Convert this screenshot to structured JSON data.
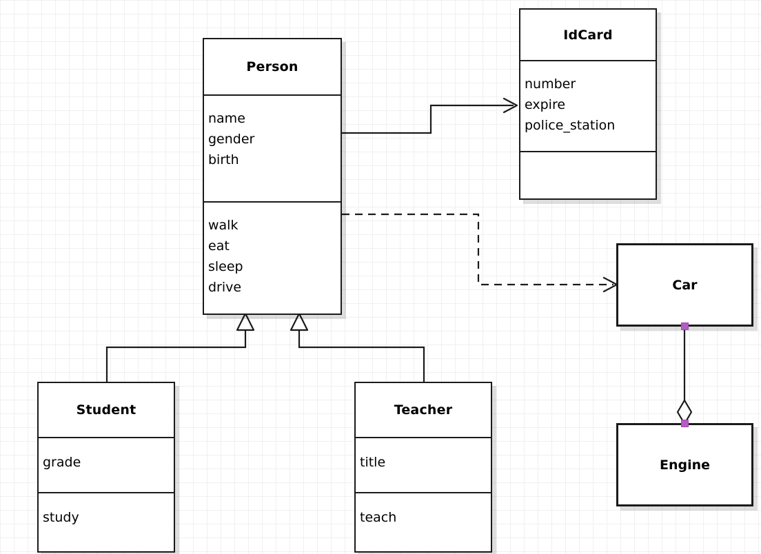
{
  "diagram": {
    "type": "uml-class-diagram",
    "background": "#ffffff",
    "grid_color": "#e2e2e2",
    "line_color": "#1a1a1a",
    "handle_color": "#b35cc4",
    "classes": [
      {
        "id": "person",
        "name": "Person",
        "attributes": [
          "name",
          "gender",
          "birth"
        ],
        "methods": [
          "walk",
          "eat",
          "sleep",
          "drive"
        ],
        "selected": false
      },
      {
        "id": "idcard",
        "name": "IdCard",
        "attributes": [
          "number",
          "expire",
          "police_station"
        ],
        "methods": [],
        "selected": false
      },
      {
        "id": "student",
        "name": "Student",
        "attributes": [
          "grade"
        ],
        "methods": [
          "study"
        ],
        "selected": false
      },
      {
        "id": "teacher",
        "name": "Teacher",
        "attributes": [
          "title"
        ],
        "methods": [
          "teach"
        ],
        "selected": false
      },
      {
        "id": "car",
        "name": "Car",
        "attributes": [],
        "methods": [],
        "selected": true
      },
      {
        "id": "engine",
        "name": "Engine",
        "attributes": [],
        "methods": [],
        "selected": true
      }
    ],
    "relationships": [
      {
        "id": "person-idcard",
        "kind": "association",
        "style": "solid",
        "arrowhead": "open",
        "from": "person",
        "to": "idcard"
      },
      {
        "id": "person-car",
        "kind": "dependency",
        "style": "dashed",
        "arrowhead": "open",
        "from": "person",
        "to": "car"
      },
      {
        "id": "student-person",
        "kind": "generalization",
        "style": "solid",
        "arrowhead": "hollow-triangle",
        "from": "student",
        "to": "person"
      },
      {
        "id": "teacher-person",
        "kind": "generalization",
        "style": "solid",
        "arrowhead": "hollow-triangle",
        "from": "teacher",
        "to": "person"
      },
      {
        "id": "car-engine",
        "kind": "aggregation",
        "style": "solid",
        "arrowhead": "hollow-diamond",
        "from": "car",
        "to": "engine",
        "selected": true
      }
    ]
  }
}
